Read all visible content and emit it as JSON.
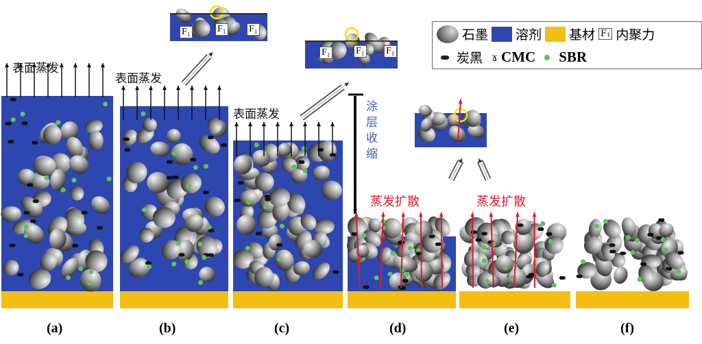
{
  "colors": {
    "solvent": "#2d46b0",
    "substrate": "#f5be12",
    "sbr": "#5fc25a",
    "arrow_red": "#e0192b",
    "shrink_text": "#3d5db5"
  },
  "labels": {
    "surface_evaporation": "表面蒸发",
    "coating_shrinkage": "涂层收缩",
    "evaporation_diffusion": "蒸发扩散",
    "f1": "F₁"
  },
  "panels": [
    "(a)",
    "(b)",
    "(c)",
    "(d)",
    "(e)",
    "(f)"
  ],
  "legend": {
    "graphite": "石墨",
    "solvent": "溶剂",
    "substrate": "基材",
    "cohesion_box": "F₁",
    "cohesion": "内聚力",
    "carbon_black": "炭黑",
    "cmc": "CMC",
    "sbr": "SBR"
  }
}
